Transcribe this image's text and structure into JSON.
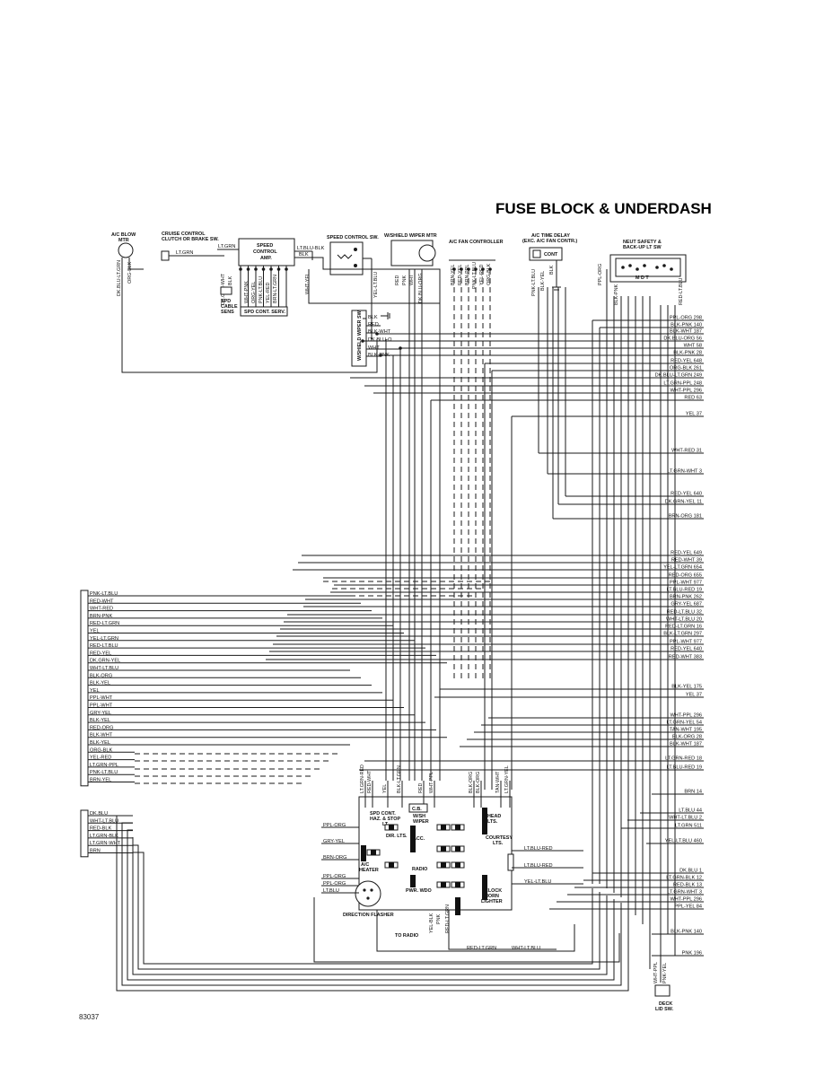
{
  "title": "FUSE BLOCK & UNDERDASH",
  "figure_number": "83037",
  "components": {
    "ac_blow_mtr": [
      "A/C BLOW",
      "MTR"
    ],
    "cruise_control": [
      "CRUISE CONTROL",
      "CLUTCH OR BRAKE SW."
    ],
    "speed_control_amp": [
      "SPEED",
      "CONTROL",
      "AMP."
    ],
    "speed_control_sw": "SPEED CONTROL SW.",
    "shield_wiper_mtr": "W/SHIELD WIPER MTR",
    "ac_fan_controller": "A/C FAN CONTROLLER",
    "ac_time_delay": [
      "A/C TIME DELAY",
      "(EXC. A/C FAN CONTR.)"
    ],
    "neut_safety": [
      "NEUT SAFETY &",
      "BACK-UP LT SW"
    ],
    "spd_cable_sens": [
      "SPD",
      "CABLE",
      "SENS"
    ],
    "spd_cont_serv": "SPD CONT. SERV.",
    "w_shield_wiper_sw": "W/SHIELD WIPER SW.",
    "cont": "CONT",
    "mdt": "M D T",
    "spd_cont_haz": [
      "SPD CONT.",
      "HAZ. & STOP",
      "LT."
    ],
    "w_sh_wiper": [
      "W/SH",
      "WIPER"
    ],
    "head_lts": [
      "HEAD",
      "LTS."
    ],
    "dir_lts": "DIR. LTS.",
    "acc": "ACC.",
    "courtesy_lts": [
      "COURTESY",
      "LTS."
    ],
    "ac_heater": [
      "A/C",
      "HEATER"
    ],
    "radio": "RADIO",
    "pwr_wdo": "PWR. WDO",
    "clock_horn": [
      "CLOCK",
      "HORN",
      "LIGHTER"
    ],
    "direction_flasher": "DIRECTION FLASHER",
    "to_radio": "TO RADIO",
    "deck_lid_sw": [
      "DECK",
      "LID SW."
    ],
    "cb": "C.B."
  },
  "top_labels": {
    "ac_blow_wires": [
      "DK.BLU-LT.GRN",
      "ORG-BLK"
    ],
    "lt_grn_a": "LT.GRN",
    "lt_grn_b": "LT.GRN",
    "lt_blu_blk": "LT.BLU-BLK",
    "blk_amp": "BLK",
    "amp_left": [
      "DK.GRN-WHT",
      "BLK"
    ],
    "amp_bottom": [
      "WHT-PNK",
      "ORG-YEL",
      "PNK-LT.BLU",
      "YEL-RED",
      "BRN-LT.GRN"
    ],
    "wht_yel": "WHT-YEL",
    "yel_lt_blu": "YEL-LT.BLU",
    "wiper_mtr_wires": [
      "RED",
      "PNK",
      "WHT",
      "DK.BLU-ORG"
    ],
    "fan_ctrl_wires": [
      "BRN-YEL",
      "RED-YEL",
      "BRN-PPL",
      "PNK-LT.BLU",
      "YEL-RED",
      "ORG-BLK"
    ],
    "time_delay_wires": [
      "PNK-LT.BLU",
      "BLK-YEL",
      "BLK"
    ],
    "neut_wires": [
      "PPL-ORG",
      "BLK-PNK",
      "RED-LT.BLU"
    ],
    "wiper_sw_wires": [
      "BLK",
      "RED",
      "BLK-WHT",
      "DK.BLU-O",
      "WHT",
      "BLK-PNK"
    ]
  },
  "right_labels": [
    "PPL-ORG 298",
    "BLK-PNK 140",
    "BLK-WHT 187",
    "DK.BLU-ORG 56",
    "WHT 58",
    "BLK-PNK 28",
    "RED-YEL 648",
    "ORG-BLK 261",
    "DK.BLU-LT.GRN 249",
    "LT.GRN-PPL 248",
    "WHT-PPL 296",
    "RED 63",
    "YEL 37",
    "WHT-RED 31",
    "LT.GRN-WHT 3",
    "RED-YEL 640",
    "DK.GRN-YEL 11",
    "BRN-ORG 181",
    "RED-YEL 649",
    "RED-WHT 39",
    "YEL-LT.GRN 654",
    "RED-ORG 655",
    "PPL-WHT 977",
    "LT.BLU-RED 19",
    "BRN-PNK 262",
    "GRY-YEL 687",
    "RED-LT.BLU 32",
    "WHT-LT.BLU 20",
    "RED-LT.GRN 16",
    "BLK-LT.GRN 297",
    "PPL-WHT 977",
    "RED-YEL 640",
    "RED-WHT 383",
    "BLK-YEL 175",
    "YEL 37",
    "WHT-PPL 296",
    "LT.GRN-YEL 54",
    "TAN-WHT 195",
    "BLK-ORG 28",
    "BLK-WHT 187",
    "LT.GRN-RED 18",
    "LT.BLU-RED 19",
    "BRN 14",
    "LT.BLU 44",
    "WHT-LT.BLU 2",
    "LT.GRN 511",
    "YEL-LT.BLU 460",
    "DK.BLU 1",
    "LT.GRN-BLK 12",
    "RED-BLK 13",
    "LT.GRN-WHT 3",
    "WHT-PPL 296",
    "PPL-YEL 84",
    "BLK-PNK 140",
    "PNK 196"
  ],
  "left_labels_a": [
    "PNK-LT.BLU",
    "RED-WHT",
    "WHT-RED",
    "BRN-PNK",
    "RED-LT.GRN",
    "YEL",
    "YEL-LT.GRN",
    "RED-LT.BLU",
    "RED-YEL",
    "DK.GRN-YEL",
    "WHT-LT.BLU",
    "BLK-ORG",
    "BLK-YEL",
    "YEL",
    "PPL-WHT",
    "PPL-WHT",
    "GRY-YEL",
    "BLK-YEL",
    "RED-ORG",
    "BLK-WHT",
    "BLK-YEL",
    "ORG-BLK",
    "YEL-RED",
    "LT.GRN-PPL",
    "PNK-LT.BLU",
    "BRN-YEL"
  ],
  "left_labels_b": [
    "DK.BLU",
    "WHT-LT.BLU",
    "RED-BLK",
    "LT.GRN-BLK",
    "LT.GRN-WHT",
    "BRN"
  ],
  "fuse_block_labels": {
    "top": [
      "LT.GRN-RED",
      "RED-WHT",
      "YEL",
      "BLK-LT.GRN",
      "RED",
      "WHT-PPL",
      "BLK-ORG",
      "BLK-ORG",
      "TAN-WHT",
      "LT.GRN-YEL"
    ],
    "left": [
      "PPL-ORG",
      "GRY-YEL",
      "BRN-ORG",
      "PPL-ORG",
      "PPL-ORG",
      "LT.BLU"
    ],
    "right": [
      "LT.BLU-RED",
      "LT.BLU-RED",
      "YEL-LT.BLU"
    ],
    "bottom": [
      "YEL-BLK",
      "PNK",
      "RED-LT.GRN",
      "RED-LT.GRN",
      "WHT-LT.BLU",
      "WHT-PPL",
      "PNK-YEL"
    ]
  },
  "icons": [
    "ground-icon",
    "motor-icon",
    "connector-icon",
    "fuse-icon"
  ]
}
